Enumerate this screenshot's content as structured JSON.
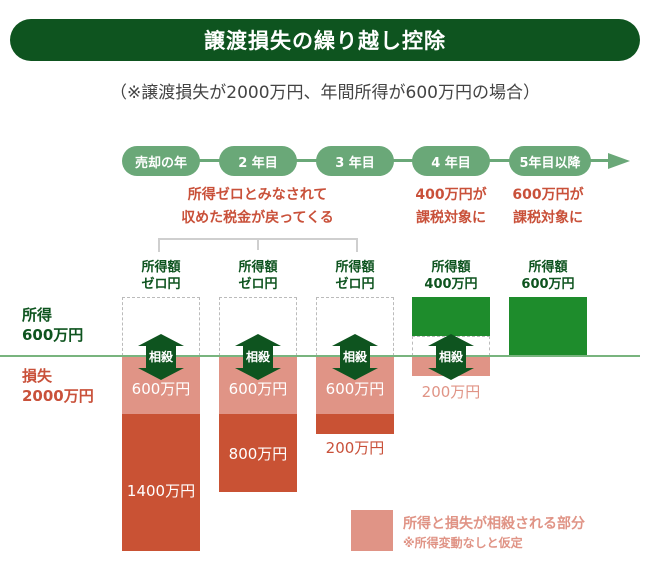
{
  "header": {
    "title": "譲渡損失の繰り越し控除",
    "subtitle": "（※譲渡損失が2000万円、年間所得が600万円の場合）"
  },
  "timeline": {
    "steps": [
      {
        "label": "売却の年"
      },
      {
        "label": "2 年目"
      },
      {
        "label": "3 年目"
      },
      {
        "label": "4 年目"
      },
      {
        "label": "5年目以降"
      }
    ]
  },
  "notes": {
    "refund_line1": "所得ゼロとみなされて",
    "refund_line2": "収めた税金が戻ってくる",
    "year4_line1": "400万円が",
    "year4_line2": "課税対象に",
    "year5_line1": "600万円が",
    "year5_line2": "課税対象に"
  },
  "columns": [
    {
      "label1": "所得額",
      "label2": "ゼロ円",
      "offset_label": "相殺",
      "offset_amount": "600万円",
      "remaining_loss": "1400万円"
    },
    {
      "label1": "所得額",
      "label2": "ゼロ円",
      "offset_label": "相殺",
      "offset_amount": "600万円",
      "remaining_loss": "800万円"
    },
    {
      "label1": "所得額",
      "label2": "ゼロ円",
      "offset_label": "相殺",
      "offset_amount": "600万円",
      "remaining_loss": "200万円"
    },
    {
      "label1": "所得額",
      "label2": "400万円",
      "offset_label": "相殺",
      "offset_amount": "200万円"
    },
    {
      "label1": "所得額",
      "label2": "600万円"
    }
  ],
  "side_labels": {
    "income_label": "所得",
    "income_amount": "600万円",
    "loss_label": "損失",
    "loss_amount": "2000万円"
  },
  "legend": {
    "main": "所得と損失が相殺される部分",
    "sub": "※所得変動なしと仮定"
  },
  "colors": {
    "title_bg": "#0e541f",
    "timeline": "#6aa878",
    "income": "#1e8c2c",
    "loss_offset": "#e09486",
    "loss_remaining": "#c95234",
    "note_text": "#c9513a"
  }
}
